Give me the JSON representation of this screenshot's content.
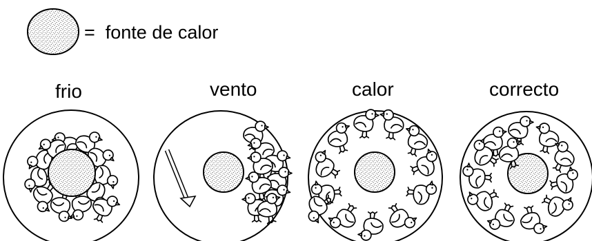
{
  "legend": {
    "symbol_icon": "heat-source-dotted-circle",
    "text": "=  fonte de calor"
  },
  "panels": [
    {
      "id": "frio",
      "label": "frio"
    },
    {
      "id": "vento",
      "label": "vento"
    },
    {
      "id": "calor",
      "label": "calor"
    },
    {
      "id": "correcto",
      "label": "correcto"
    }
  ],
  "colors": {
    "line": "#000000",
    "background": "#ffffff"
  }
}
